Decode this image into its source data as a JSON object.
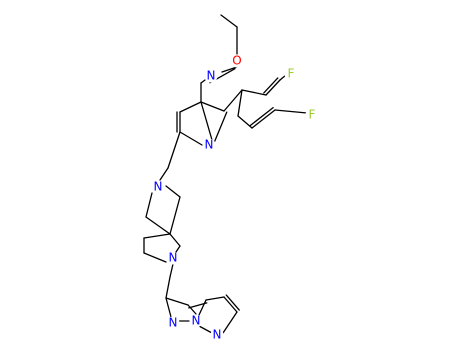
{
  "atoms": {
    "o_ether": {
      "label": "O",
      "color": "#ff0000"
    },
    "n_oxime": {
      "label": "N",
      "color": "#0000ff"
    },
    "f_upper": {
      "label": "F",
      "color": "#9acd32"
    },
    "f_lower": {
      "label": "F",
      "color": "#9acd32"
    },
    "n_pyridine": {
      "label": "N",
      "color": "#0000ff"
    },
    "n_spiro_upper": {
      "label": "N",
      "color": "#0000ff"
    },
    "n_spiro_lower": {
      "label": "N",
      "color": "#0000ff"
    },
    "n_pyrazole": {
      "label": "N",
      "color": "#0000ff"
    },
    "n_bridge": {
      "label": "N",
      "color": "#0000ff"
    },
    "n_pyridazine": {
      "label": "N",
      "color": "#0000ff"
    }
  }
}
